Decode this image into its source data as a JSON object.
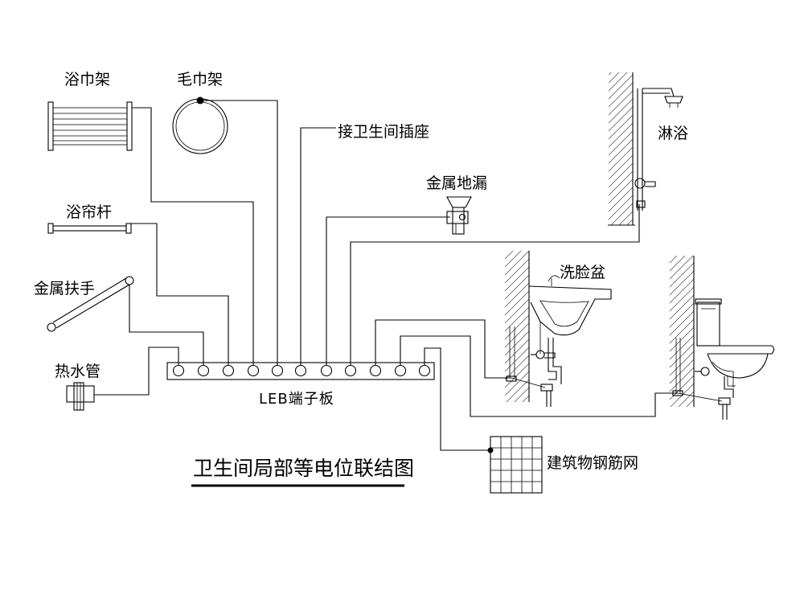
{
  "title": "卫生间局部等电位联结图",
  "terminal_board": {
    "label": "LEB端子板",
    "terminal_count": 11
  },
  "labels": {
    "bath_towel_rack": "浴巾架",
    "towel_ring": "毛巾架",
    "bathroom_socket": "接卫生间插座",
    "shower": "淋浴",
    "floor_drain": "金属地漏",
    "curtain_rod": "浴帘杆",
    "grab_bar": "金属扶手",
    "washbasin": "洗脸盆",
    "hot_water_pipe": "热水管",
    "rebar_mesh": "建筑物钢筋网"
  }
}
